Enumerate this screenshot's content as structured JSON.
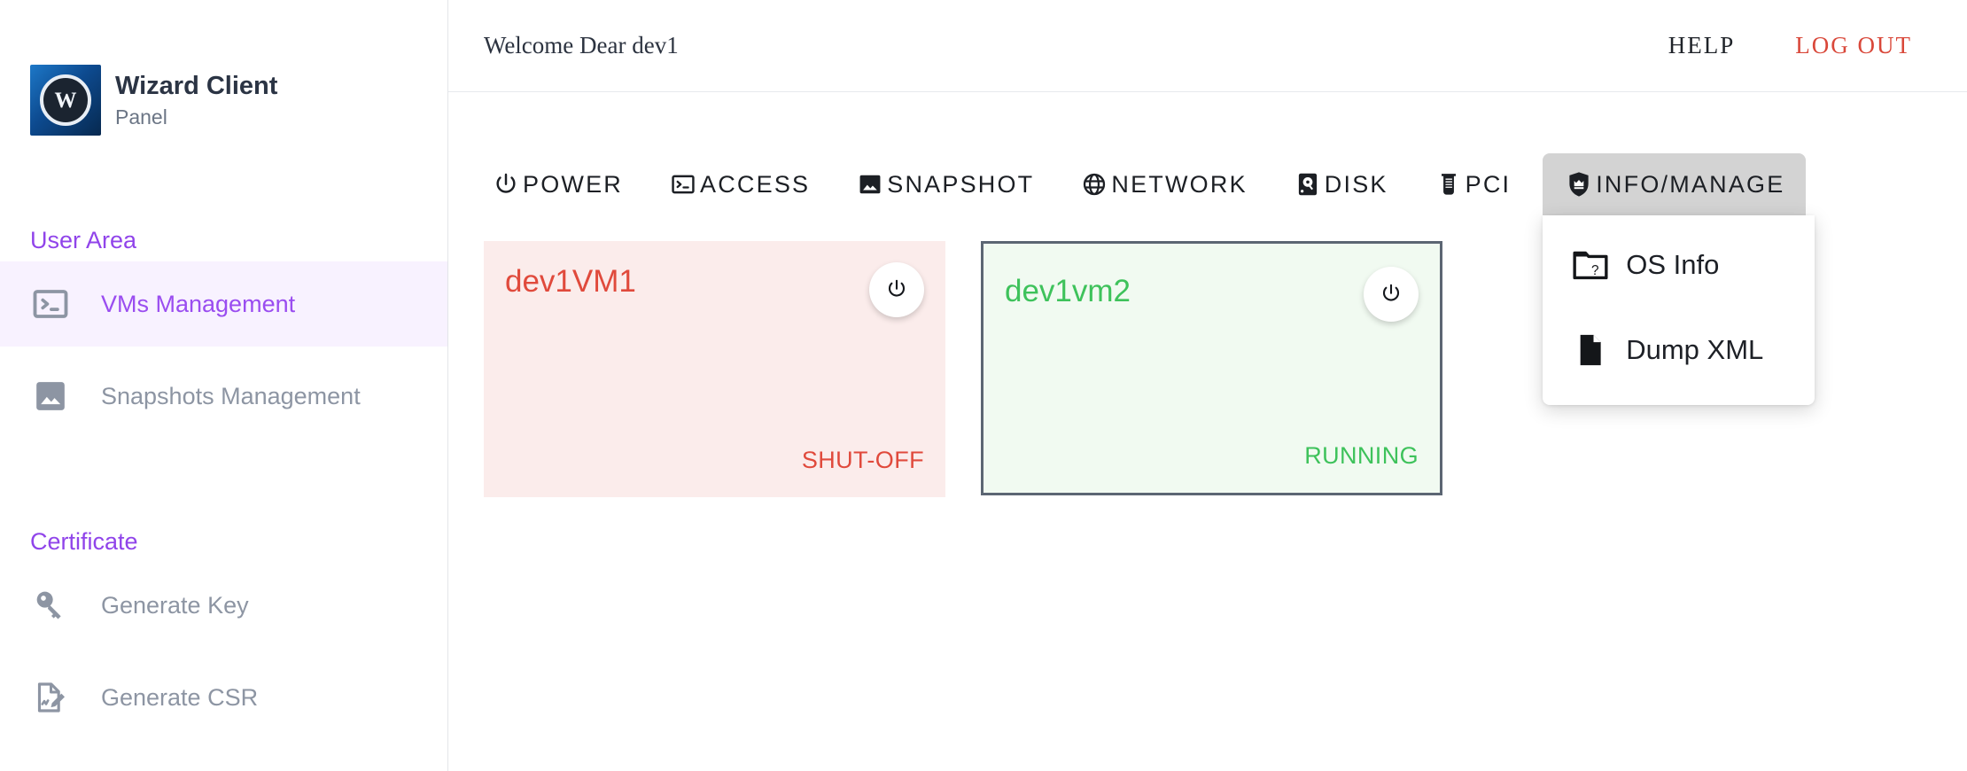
{
  "brand": {
    "logo_icon": "wizard-w-logo",
    "logo_letter": "W",
    "title": "Wizard Client",
    "subtitle": "Panel"
  },
  "sidebar": {
    "sections": [
      {
        "heading": "User Area",
        "items": [
          {
            "label": "VMs Management",
            "icon": "terminal-icon",
            "active": true
          },
          {
            "label": "Snapshots Management",
            "icon": "image-icon",
            "active": false
          }
        ]
      },
      {
        "heading": "Certificate",
        "items": [
          {
            "label": "Generate Key",
            "icon": "key-icon",
            "active": false
          },
          {
            "label": "Generate CSR",
            "icon": "document-pencil-icon",
            "active": false
          }
        ]
      }
    ]
  },
  "topbar": {
    "welcome": "Welcome Dear dev1",
    "help_label": "HELP",
    "logout_label": "LOG OUT",
    "logout_color": "#d9483a"
  },
  "tabs": [
    {
      "label": "POWER",
      "icon": "power-icon",
      "active": false
    },
    {
      "label": "ACCESS",
      "icon": "terminal-icon",
      "active": false
    },
    {
      "label": "SNAPSHOT",
      "icon": "image-icon",
      "active": false
    },
    {
      "label": "NETWORK",
      "icon": "globe-icon",
      "active": false
    },
    {
      "label": "DISK",
      "icon": "hard-drive-icon",
      "active": false
    },
    {
      "label": "PCI",
      "icon": "chip-beaker-icon",
      "active": false
    },
    {
      "label": "INFO/MANAGE",
      "icon": "shield-crown-icon",
      "active": true
    }
  ],
  "dropdown": {
    "open": true,
    "items": [
      {
        "label": "OS Info",
        "icon": "folder-question-icon"
      },
      {
        "label": "Dump XML",
        "icon": "file-icon"
      }
    ]
  },
  "vms": [
    {
      "name": "dev1VM1",
      "status": "SHUT-OFF",
      "state": "shutoff",
      "selected": false,
      "color": "#e04a3c",
      "background": "#fbeceb",
      "power_icon": "power-icon"
    },
    {
      "name": "dev1vm2",
      "status": "RUNNING",
      "state": "running",
      "selected": true,
      "color": "#3ec25b",
      "background": "#f1faf1",
      "power_icon": "power-icon"
    }
  ],
  "colors": {
    "accent_purple": "#9044ea",
    "active_nav_bg": "#f8f2ff",
    "muted_text": "#8d95a3"
  }
}
